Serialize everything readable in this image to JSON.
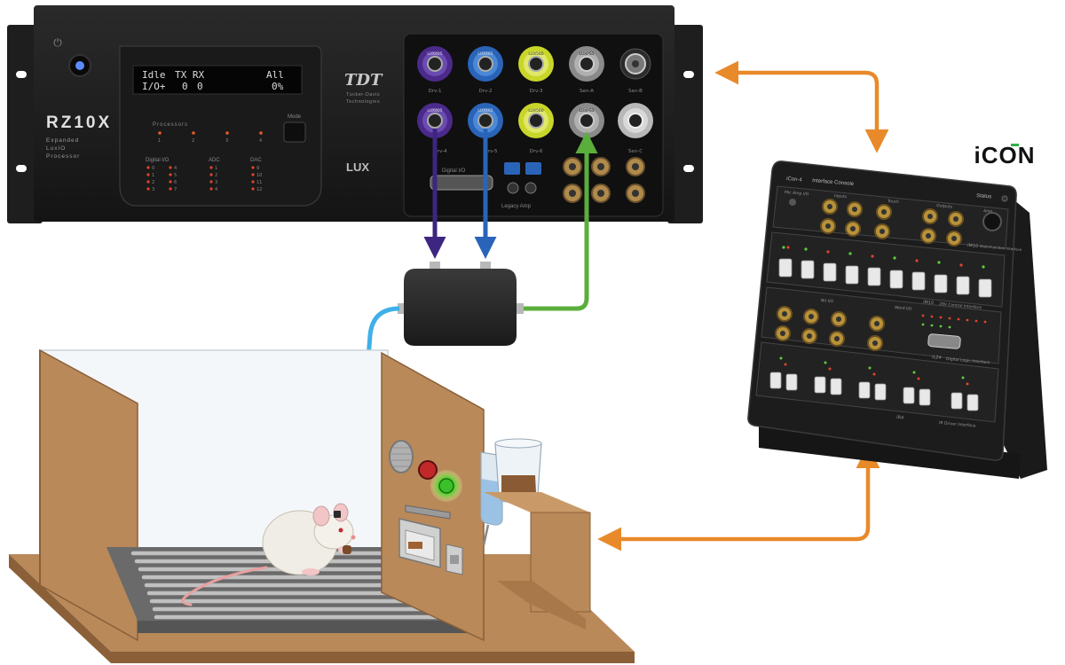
{
  "rz10x": {
    "model": "RZ10X",
    "description": [
      "Expanded",
      "LuxIO",
      "Processor"
    ],
    "display": {
      "line1": {
        "status": "Idle",
        "txrx": "TX RX",
        "all": "All"
      },
      "line2": {
        "io": "I/O+",
        "tx": "0",
        "rx": "0",
        "pct": "0%"
      }
    },
    "section_labels": {
      "processors": "Processors",
      "digital_io": "Digital I/O",
      "adc": "ADC",
      "dac": "DAC"
    },
    "processor_numbers": [
      "1",
      "2",
      "3",
      "4"
    ],
    "digital_io_numbers": [
      "0",
      "1",
      "2",
      "3",
      "4",
      "5",
      "6",
      "7"
    ],
    "adc_numbers": [
      "1",
      "2",
      "3",
      "4"
    ],
    "dac_numbers": [
      "9",
      "10",
      "11",
      "12"
    ],
    "mode_label": "Mode",
    "brand": {
      "logo": "TDT",
      "line1": "Tucker-Davis",
      "line2": "Technologies",
      "lux": "LUX"
    },
    "ports_row1": [
      {
        "name": "LUX405",
        "label": "Drv-1",
        "color": "#4b2a8c"
      },
      {
        "name": "LUX465",
        "label": "Drv-2",
        "color": "#2a64b8"
      },
      {
        "name": "LUX560",
        "label": "Drv-3",
        "color": "#c8d62a"
      },
      {
        "name": "LUXPS1",
        "label": "Sen-A",
        "color": "#8a8a8a"
      },
      {
        "name": "",
        "label": "Sen-B",
        "color": "#2b2b2b"
      }
    ],
    "ports_row2": [
      {
        "name": "LUX405",
        "label": "Drv-4",
        "color": "#4b2a8c"
      },
      {
        "name": "LUX465",
        "label": "Drv-5",
        "color": "#2a64b8"
      },
      {
        "name": "LUX560",
        "label": "Drv-6",
        "color": "#c8d62a"
      },
      {
        "name": "LUXPS1",
        "label": "",
        "color": "#8a8a8a"
      },
      {
        "name": "",
        "label": "Sen-C",
        "color": "#b8b8b8"
      }
    ],
    "digital_io_label": "Digital I/O",
    "legacy_amp_label": "Legacy Amp"
  },
  "icon": {
    "logo": "iCON",
    "title": "iCon-4",
    "subtitle": "Interface Console",
    "status": "Status",
    "labels": {
      "mic_amp": "Mic Amp I/O",
      "inputs": "Inputs",
      "touch": "Touch",
      "outputs": "Outputs",
      "amp": "Amp",
      "im10": "iM10",
      "multi": "Multi-Function Interface",
      "im10_2": "iM10",
      "ctrl": "28V Control Interface",
      "word_io": "Word I/O",
      "bit_io": "Bit I/O",
      "il24": "iL24",
      "digital": "Digital Logic Interface",
      "ir": "iR4",
      "ir_driver": "IR Driver Interface"
    }
  },
  "colors": {
    "arrow_orange": "#e88a2a",
    "fiber_purple": "#3c2680",
    "fiber_blue": "#2a64b8",
    "fiber_green": "#5aae3c",
    "patch_cable": "#3fb0e8",
    "wood": "#b9895a",
    "wood_dark": "#8b6038",
    "panel_black": "#1c1c1c"
  }
}
